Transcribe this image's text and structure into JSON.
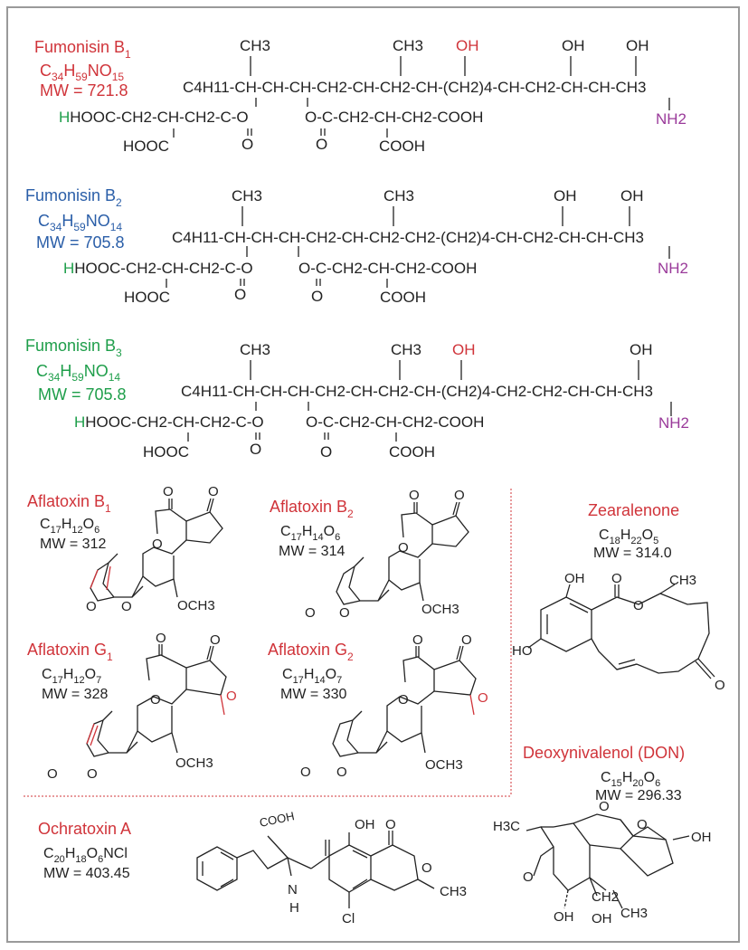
{
  "colors": {
    "red": "#d0343a",
    "blue": "#2a5ea8",
    "green": "#1e9e4a",
    "purple": "#9a3a9a",
    "black": "#222222"
  },
  "fumonisins": [
    {
      "name": "Fumonisin B",
      "sub": "1",
      "formula": [
        "C",
        "34",
        "H",
        "59",
        "NO",
        "15"
      ],
      "mw": "MW = 721.8",
      "top_groups": [
        "CH3",
        "CH3",
        "OH",
        "OH",
        "OH"
      ],
      "main_chain": "C4H11-CH-CH-CH-CH2-CH-CH2-CH-(CH2)4-CH-CH2-CH-CH-CH3",
      "ester_row1": "HOOC-CH2-CH-CH2-C-O",
      "ester_row1b": "O-C-CH2-CH-CH2-COOH",
      "ester_row2a": "HOOC",
      "ester_row2b": "COOH",
      "amine": "NH2"
    },
    {
      "name": "Fumonisin B",
      "sub": "2",
      "formula": [
        "C",
        "34",
        "H",
        "59",
        "NO",
        "14"
      ],
      "mw": "MW = 705.8",
      "top_groups": [
        "CH3",
        "CH3",
        "OH",
        "OH"
      ],
      "main_chain": "C4H11-CH-CH-CH-CH2-CH-CH2-CH2-(CH2)4-CH-CH2-CH-CH-CH3",
      "ester_row1": "HOOC-CH2-CH-CH2-C-O",
      "ester_row1b": "O-C-CH2-CH-CH2-COOH",
      "ester_row2a": "HOOC",
      "ester_row2b": "COOH",
      "amine": "NH2"
    },
    {
      "name": "Fumonisin B",
      "sub": "3",
      "formula": [
        "C",
        "34",
        "H",
        "59",
        "NO",
        "14"
      ],
      "mw": "MW = 705.8",
      "top_groups": [
        "CH3",
        "CH3",
        "OH",
        "OH"
      ],
      "main_chain": "C4H11-CH-CH-CH-CH2-CH-CH2-CH-(CH2)4-CH2-CH2-CH-CH-CH3",
      "ester_row1": "HOOC-CH2-CH-CH2-C-O",
      "ester_row1b": "O-C-CH2-CH-CH2-COOH",
      "ester_row2a": "HOOC",
      "ester_row2b": "COOH",
      "amine": "NH2"
    }
  ],
  "aflatoxins": [
    {
      "name": "Aflatoxin B",
      "sub": "1",
      "formula": [
        "C",
        "17",
        "H",
        "12",
        "O",
        "6"
      ],
      "mw": "MW = 312",
      "substituent": "OCH3"
    },
    {
      "name": "Aflatoxin B",
      "sub": "2",
      "formula": [
        "C",
        "17",
        "H",
        "14",
        "O",
        "6"
      ],
      "mw": "MW = 314",
      "substituent": "OCH3"
    },
    {
      "name": "Aflatoxin G",
      "sub": "1",
      "formula": [
        "C",
        "17",
        "H",
        "12",
        "O",
        "7"
      ],
      "mw": "MW = 328",
      "substituent": "OCH3"
    },
    {
      "name": "Aflatoxin G",
      "sub": "2",
      "formula": [
        "C",
        "17",
        "H",
        "14",
        "O",
        "7"
      ],
      "mw": "MW = 330",
      "substituent": "OCH3"
    }
  ],
  "zearalenone": {
    "name": "Zearalenone",
    "formula": [
      "C",
      "18",
      "H",
      "22",
      "O",
      "5"
    ],
    "mw": "MW = 314.0",
    "atoms": [
      "OH",
      "HO",
      "O",
      "O",
      "CH3",
      "O"
    ]
  },
  "don": {
    "name": "Deoxynivalenol (DON)",
    "formula": [
      "C",
      "15",
      "H",
      "20",
      "O",
      "6"
    ],
    "mw": "MW = 296.33",
    "atoms": [
      "H3C",
      "O",
      "O",
      "OH",
      "OH",
      "OH",
      "CH2",
      "CH3",
      "O"
    ]
  },
  "ochratoxin": {
    "name": "Ochratoxin A",
    "formula": [
      "C",
      "20",
      "H",
      "18",
      "O",
      "6",
      "NCl"
    ],
    "mw": "MW = 403.45",
    "atoms": [
      "COOH",
      "OH",
      "O",
      "O",
      "N",
      "H",
      "CH3",
      "Cl"
    ]
  }
}
